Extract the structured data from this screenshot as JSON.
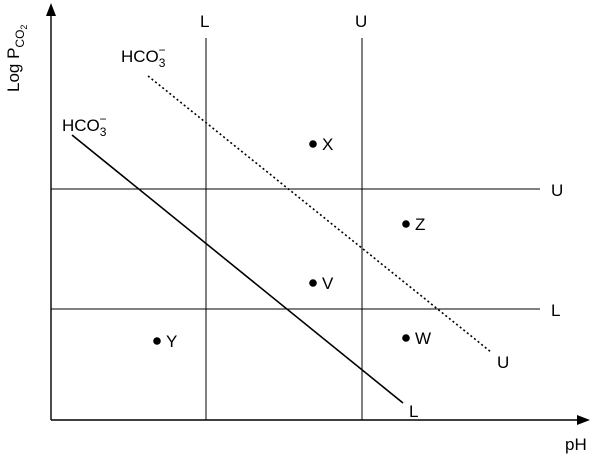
{
  "axes": {
    "y_label_main": "Log P",
    "y_label_sub": "CO",
    "y_label_subsub": "2",
    "x_label": "pH"
  },
  "reference_lines": {
    "vertical_lower": "L",
    "vertical_upper": "U",
    "horizontal_upper": "U",
    "horizontal_lower": "L"
  },
  "isopleths": {
    "upper_label_base": "HCO",
    "upper_label_sub": "3",
    "upper_label_sup": "−",
    "upper_end_label": "U",
    "lower_label_base": "HCO",
    "lower_label_sub": "3",
    "lower_label_sup": "−",
    "lower_end_label": "L"
  },
  "points": {
    "x": "X",
    "z": "Z",
    "v": "V",
    "w": "W",
    "y": "Y"
  },
  "colors": {
    "ink": "#000000",
    "background": "#ffffff"
  }
}
